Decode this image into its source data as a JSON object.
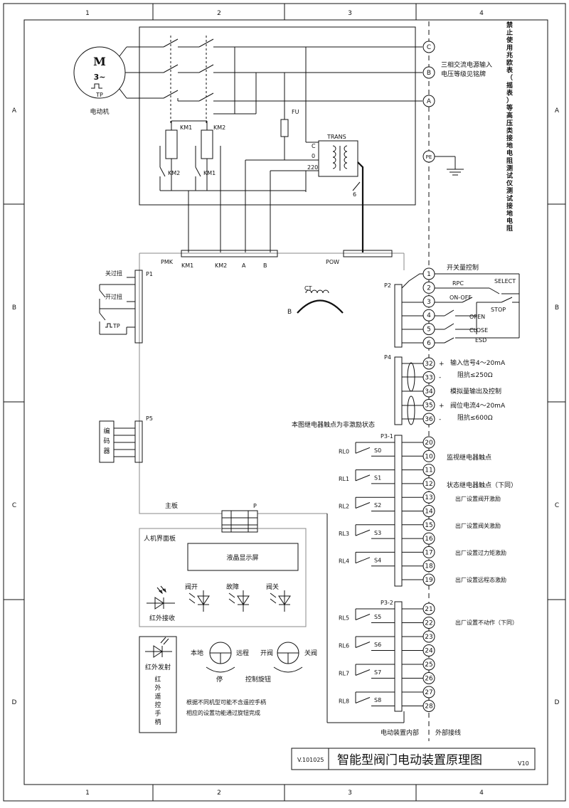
{
  "frame": {
    "columns": [
      "1",
      "2",
      "3",
      "4"
    ],
    "rows": [
      "A",
      "B",
      "C",
      "D"
    ]
  },
  "motor": {
    "symbol": "M",
    "phase": "3~",
    "sensor": "TP",
    "label": "电动机"
  },
  "power": {
    "phases": [
      "C",
      "B",
      "A"
    ],
    "pe": "PE",
    "input_line1": "三相交流电源输入",
    "input_line2": "电压等级见铭牌",
    "fuse": "FU",
    "transformer": "TRANS",
    "tap_c": "C",
    "tap_0": "0",
    "tap_220": "220",
    "wire_6": "6",
    "coil1": "KM1",
    "coil2": "KM2",
    "interlock1": "KM2",
    "interlock2": "KM1",
    "warning": "禁止使用兆欧表（摇表）等高压类接地电阻测试仪测试接地电阻"
  },
  "connectors": {
    "pmk": "PMK",
    "pmk_pins": [
      "KM1",
      "KM2",
      "A",
      "B"
    ],
    "pow": "POW",
    "p1": "P1",
    "p2": "P2",
    "p4": "P4",
    "p5": "P5",
    "p31": "P3-1",
    "p32": "P3-2",
    "p": "P",
    "mainboard": "主板"
  },
  "limit_switches": {
    "close_limit": "关过扭",
    "open_limit": "开过扭",
    "tp": "TP"
  },
  "ct": {
    "label": "CT",
    "phase": "B"
  },
  "encoder": {
    "chars": [
      "编",
      "码",
      "器"
    ]
  },
  "switch_control": {
    "title": "开关量控制",
    "terminals": [
      "1",
      "2",
      "3",
      "4",
      "5",
      "6"
    ],
    "rpc": "RPC",
    "select": "SELECT",
    "onoff": "ON-OFF",
    "stop": "STOP",
    "open": "OPEN",
    "close": "CLOSE",
    "esd": "ESD"
  },
  "analog": {
    "terminals": [
      "32",
      "33",
      "34",
      "35",
      "36"
    ],
    "in_signal": "输入信号4～20mA",
    "in_imp": "阻抗≤250Ω",
    "title": "模拟量输出及控制",
    "pos_current": "阀位电流4～20mA",
    "out_imp": "阻抗≤600Ω",
    "plus": "+",
    "minus": "-"
  },
  "relay_note": "本图继电器触点为非激励状态",
  "relays1": {
    "terminals": [
      "20",
      "10",
      "11",
      "12",
      "13",
      "14",
      "15",
      "16",
      "17",
      "18",
      "19"
    ],
    "rl": [
      "RL0",
      "RL1",
      "RL2",
      "RL3",
      "RL4"
    ],
    "s": [
      "S0",
      "S1",
      "S2",
      "S3",
      "S4"
    ],
    "notes": [
      "监视继电器触点",
      "状态继电器触点（下同）",
      "出厂设置阀开激励",
      "出厂设置阀关激励",
      "出厂设置过力矩激励",
      "出厂设置远程态激励"
    ]
  },
  "relays2": {
    "terminals": [
      "21",
      "22",
      "23",
      "24",
      "25",
      "26",
      "27",
      "28"
    ],
    "rl": [
      "RL5",
      "RL6",
      "RL7",
      "RL8"
    ],
    "s": [
      "S5",
      "S6",
      "S7",
      "S8"
    ],
    "note": "出厂设置不动作（下同）"
  },
  "hmi": {
    "title": "人机界面板",
    "lcd": "液晶显示屏",
    "ir_rx": "红外接收",
    "led_open": "阀开",
    "led_fault": "故障",
    "led_close": "阀关",
    "local": "本地",
    "remote": "远程",
    "stop": "停",
    "open": "开阀",
    "close": "关阀",
    "knob": "控制旋钮"
  },
  "remote": {
    "tx": "红外发射",
    "chars": [
      "红",
      "外",
      "遥",
      "控",
      "手",
      "柄"
    ]
  },
  "footnote1": "根据不同机型可能不含遥控手柄",
  "footnote2": "相应的设置功能通过旋钮完成",
  "inside": "电动装置内部",
  "outside": "外部接线",
  "title_block": {
    "code": "V.101025",
    "title": "智能型阀门电动装置原理图",
    "rev": "V10"
  }
}
